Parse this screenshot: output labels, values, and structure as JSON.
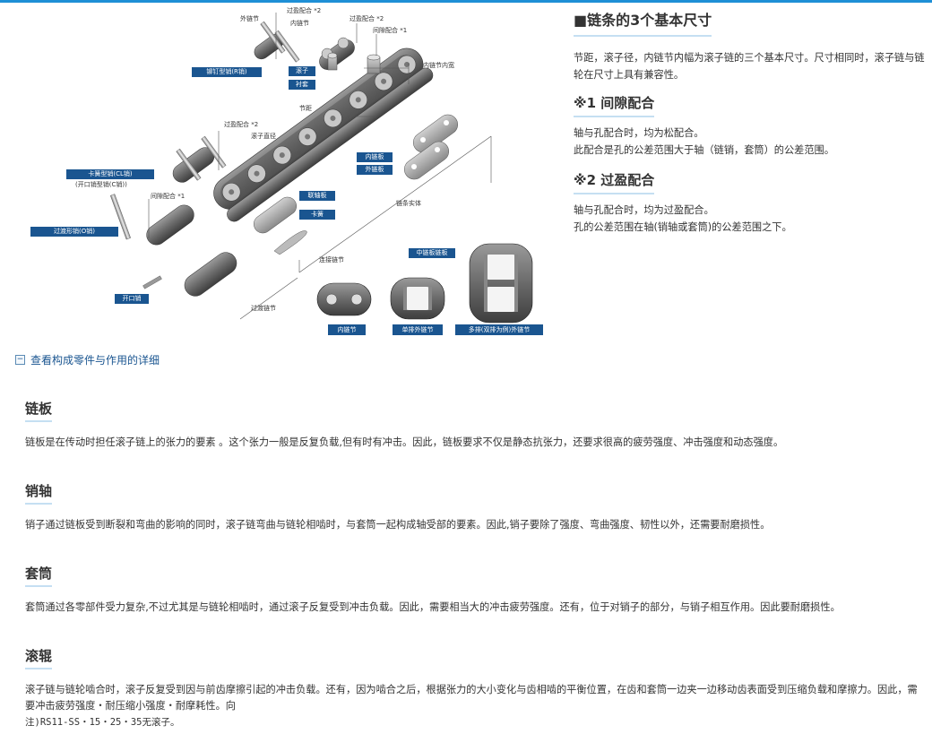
{
  "diagram": {
    "labels": {
      "outer_link": "外链节",
      "press_fit_2a": "过盈配合 *2",
      "inner_link": "内链节",
      "press_fit_2b": "过盈配合 *2",
      "clearance_1a": "间隙配合 *1",
      "inner_width": "内链节内宽",
      "pitch": "节距",
      "press_fit_2c": "过盈配合 *2",
      "roller_dia": "滚子直径",
      "open_pin_type": "(开口销型销(C销))",
      "clearance_1b": "间隙配合 *1",
      "chain_body": "链条实体",
      "connecting_link": "连接链节",
      "offset_link": "过渡链节"
    },
    "tags": {
      "riveted_pin": "铆钉型销(R销)",
      "roller": "滚子",
      "bushing": "衬套",
      "inner_plate": "内链板",
      "outer_plate": "外链板",
      "clip_pin": "卡簧型销(CL销)",
      "connecting_plate": "联轴板",
      "spring_clip": "卡簧",
      "offset_pin": "过渡形销(O销)",
      "cotter_pin": "开口销",
      "middle_plate": "中链板链板"
    },
    "captions": {
      "inner_link": "内链节",
      "single_outer": "单排外链节",
      "multi_outer": "多排(双排为例)外链节"
    }
  },
  "right": {
    "title": "■链条的3个基本尺寸",
    "intro": "节距，滚子径，内链节内幅为滚子链的三个基本尺寸。尺寸相同时，滚子链与链轮在尺寸上具有兼容性。",
    "clearance": {
      "heading": "※1 间隙配合",
      "line1": "轴与孔配合时，均为松配合。",
      "line2": "此配合是孔的公差范围大于轴（链销，套筒）的公差范围。"
    },
    "interference": {
      "heading": "※2 过盈配合",
      "line1": "轴与孔配合时，均为过盈配合。",
      "line2": "孔的公差范围在轴(销轴或套筒)的公差范围之下。"
    }
  },
  "toggle": {
    "icon": "−",
    "label": "查看构成零件与作用的详细"
  },
  "sections": [
    {
      "title": "链板",
      "body": "链板是在传动时担任滚子链上的张力的要素 。这个张力一般是反复负载,但有时有冲击。因此，链板要求不仅是静态抗张力，还要求很高的疲劳强度、冲击强度和动态强度。"
    },
    {
      "title": "销轴",
      "body": "销子通过链板受到断裂和弯曲的影响的同时，滚子链弯曲与链轮相啮时，与套筒一起构成轴受部的要素。因此,销子要除了强度、弯曲强度、韧性以外，还需要耐磨损性。"
    },
    {
      "title": "套筒",
      "body": "套筒通过各零部件受力复杂,不过尤其是与链轮相啮时，通过滚子反复受到冲击负载。因此，需要相当大的冲击疲劳强度。还有，位于对销子的部分，与销子相互作用。因此要耐磨损性。"
    },
    {
      "title": "滚辊",
      "body": "滚子链与链轮啮合时，滚子反复受到因与前齿摩擦引起的冲击负载。还有，因为啮合之后，根据张力的大小变化与齿相啮的平衡位置，在齿和套筒一边夹一边移动齿表面受到压缩负载和摩擦力。因此，需要冲击疲劳强度・耐压缩小强度・耐摩耗性。向",
      "note": "注)RS11-SS・15・25・35无滚子。"
    }
  ]
}
